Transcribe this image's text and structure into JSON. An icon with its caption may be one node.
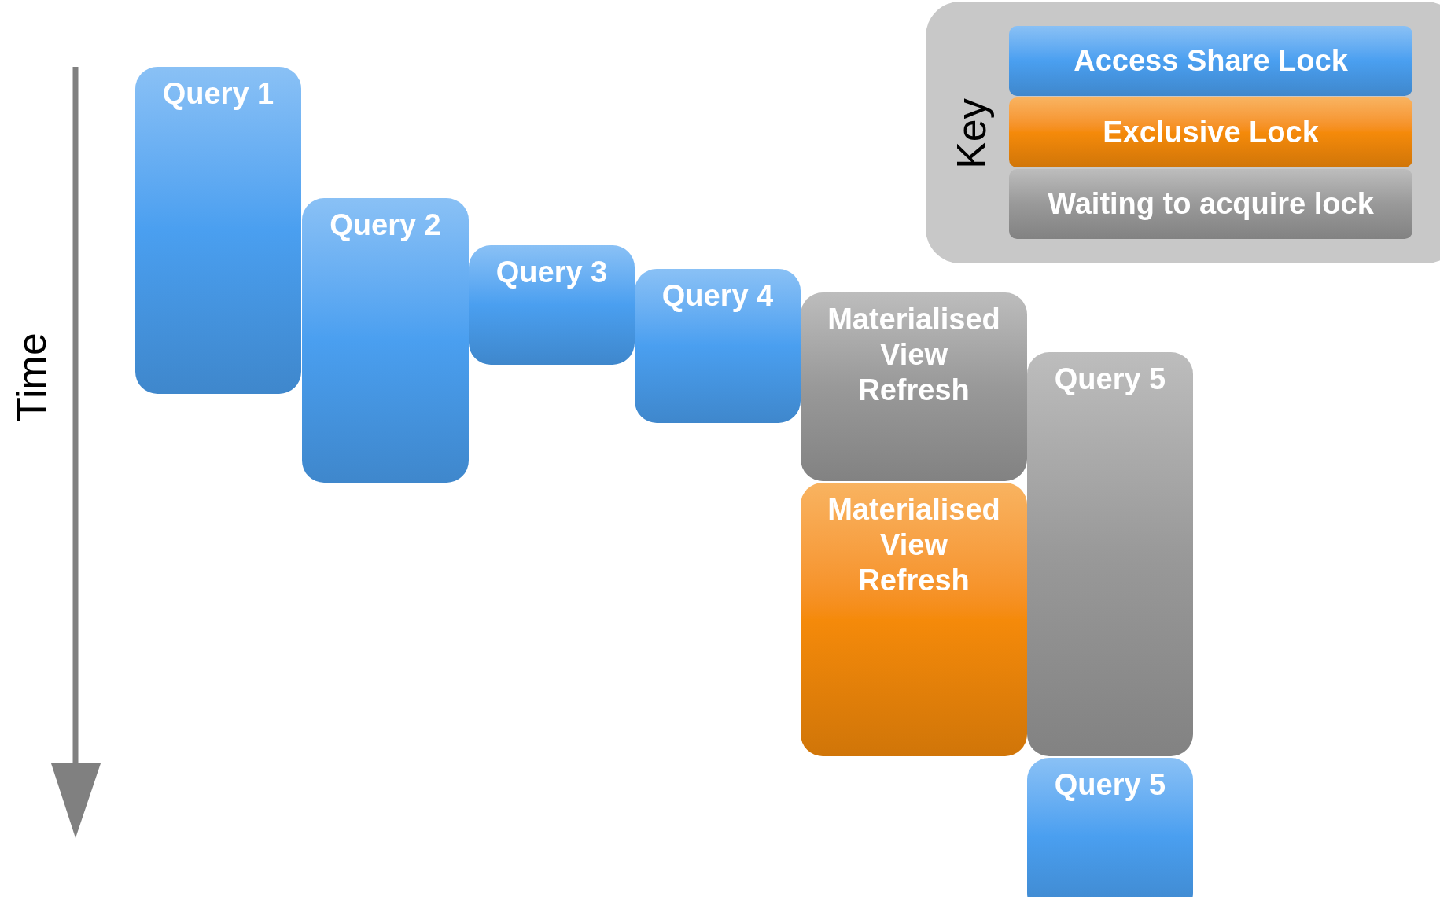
{
  "diagram": {
    "nodes": [
      {
        "text": [
          "Query 1"
        ]
      },
      {
        "text": [
          "Query 2"
        ]
      },
      {
        "text": [
          "Query 3"
        ]
      },
      {
        "text": [
          "Query 4"
        ]
      },
      {
        "text": [
          "Materialised View Refresh"
        ]
      },
      {
        "text": [
          "Materialised View Refresh"
        ]
      },
      {
        "text": [
          "Query 5"
        ]
      },
      {
        "text": [
          "Query 5"
        ]
      }
    ],
    "labels": [
      "Time",
      "Key"
    ],
    "legend": [
      {
        "text": "Access Share Lock",
        "color": "#4a9ff0"
      },
      {
        "text": "Exclusive Lock",
        "color": "#f58a0a"
      },
      {
        "text": "Waiting to acquire lock",
        "color": "#999999"
      }
    ]
  }
}
